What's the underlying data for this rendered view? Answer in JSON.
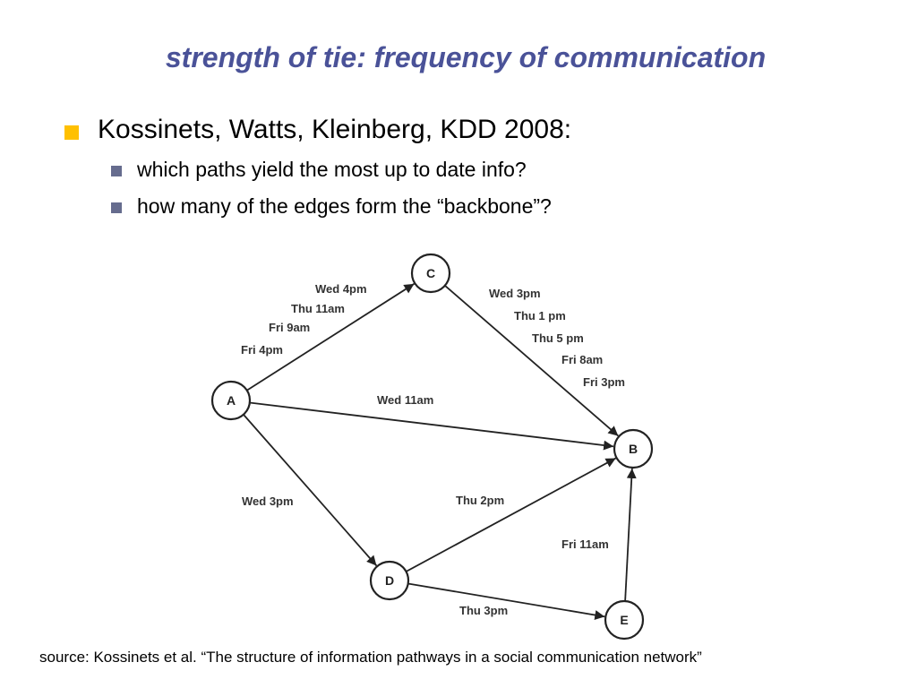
{
  "slide": {
    "title": "strength of tie: frequency of communication",
    "bullet": "Kossinets, Watts, Kleinberg, KDD 2008:",
    "sub_bullets": [
      "which paths yield the most up to date info?",
      "how many of the edges form the “backbone”?"
    ],
    "source": "source: Kossinets et al. “The structure of information pathways in a social communication network”"
  },
  "diagram": {
    "nodes": [
      {
        "id": "A",
        "label": "A"
      },
      {
        "id": "B",
        "label": "B"
      },
      {
        "id": "C",
        "label": "C"
      },
      {
        "id": "D",
        "label": "D"
      },
      {
        "id": "E",
        "label": "E"
      }
    ],
    "edges": [
      {
        "from": "A",
        "to": "C",
        "labels": [
          "Wed 4pm",
          "Thu 11am",
          "Fri 9am",
          "Fri 4pm"
        ]
      },
      {
        "from": "C",
        "to": "B",
        "labels": [
          "Wed 3pm",
          "Thu 1 pm",
          "Thu 5 pm",
          "Fri 8am",
          "Fri 3pm"
        ]
      },
      {
        "from": "A",
        "to": "B",
        "labels": [
          "Wed 11am"
        ]
      },
      {
        "from": "A",
        "to": "D",
        "labels": [
          "Wed 3pm"
        ]
      },
      {
        "from": "D",
        "to": "B",
        "labels": [
          "Thu 2pm"
        ]
      },
      {
        "from": "D",
        "to": "E",
        "labels": [
          "Thu 3pm"
        ]
      },
      {
        "from": "E",
        "to": "B",
        "labels": [
          "Fri 11am"
        ]
      }
    ]
  },
  "colors": {
    "title": "#4a5298",
    "bullet_primary": "#ffc000",
    "bullet_secondary": "#666c8e"
  }
}
